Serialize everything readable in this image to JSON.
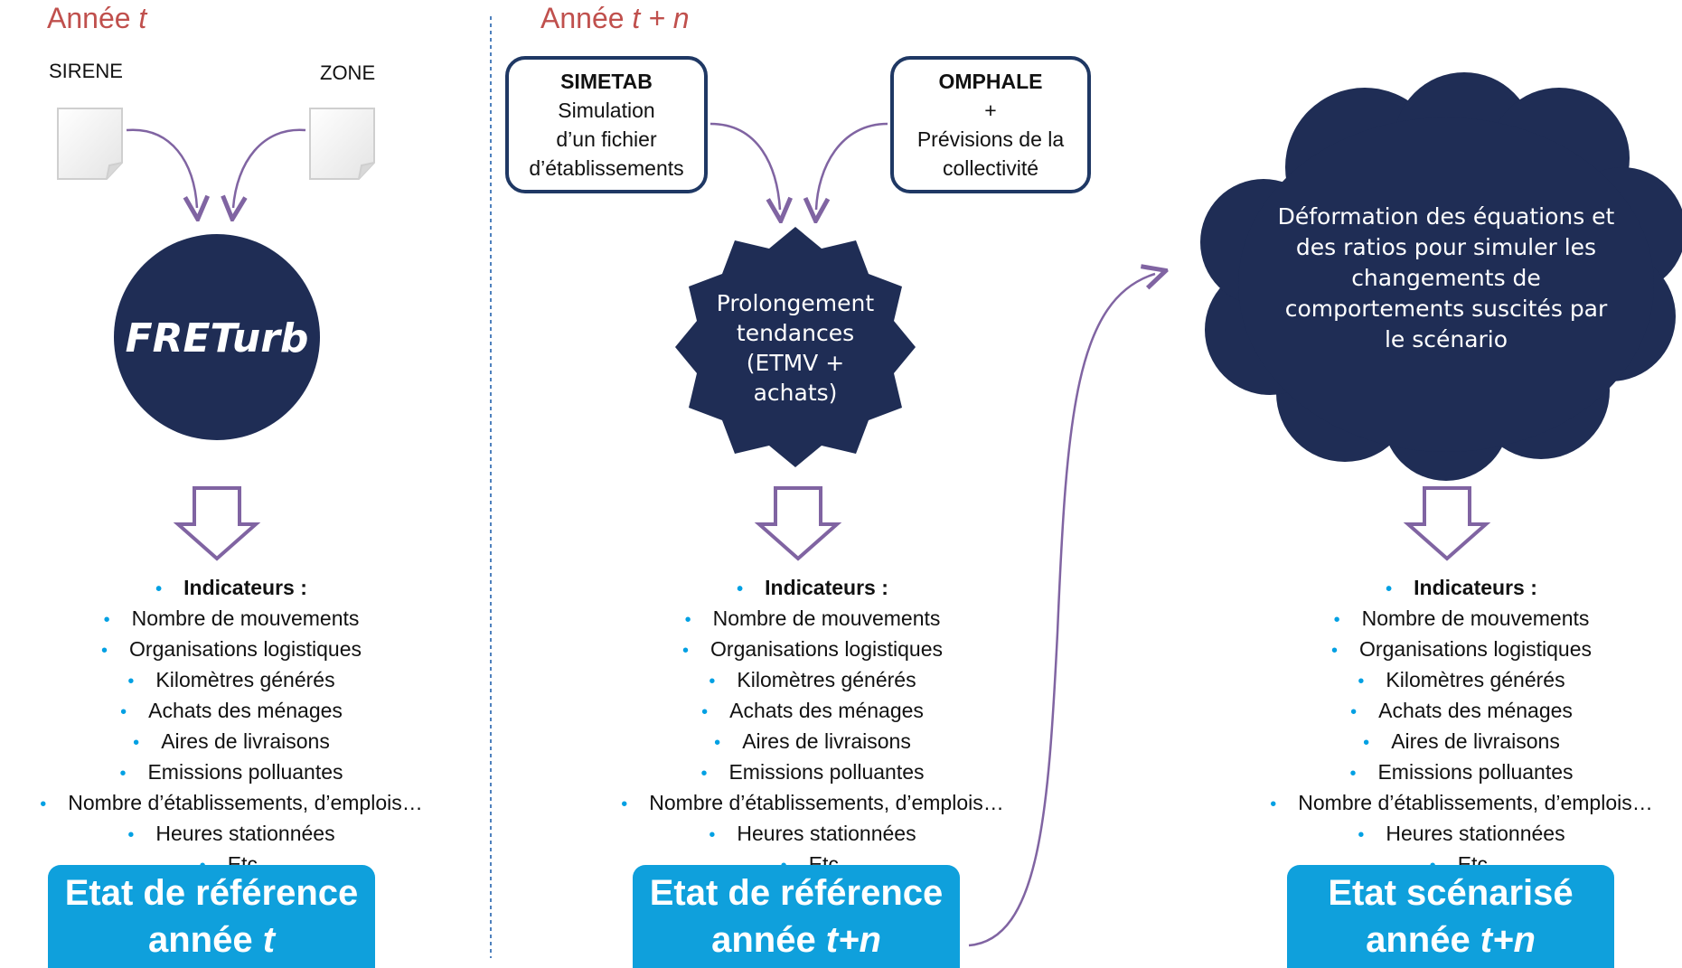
{
  "columns": [
    {
      "year_prefix": "Année ",
      "year_var": "t",
      "sources": [
        "SIRENE",
        "ZONE"
      ],
      "model": "FRETurb",
      "indicators_title": "Indicateurs :",
      "indicators": [
        "Nombre de mouvements",
        "Organisations logistiques",
        "Kilomètres générés",
        "Achats des ménages",
        "Aires de livraisons",
        "Emissions polluantes",
        "Nombre d’établissements, d’emplois…",
        "Heures stationnées",
        "Etc."
      ],
      "state_line1": "Etat de référence",
      "state_line2_prefix": "année ",
      "state_line2_var": "t"
    },
    {
      "year_prefix": "Année ",
      "year_var": "t + n",
      "box_left": {
        "title": "SIMETAB",
        "lines": [
          "Simulation",
          "d’un fichier",
          "d’établissements"
        ]
      },
      "box_right": {
        "title": "OMPHALE",
        "lines": [
          "+",
          "Prévisions de la",
          "collectivité"
        ]
      },
      "star_lines": [
        "Prolongement",
        "tendances",
        "(ETMV +",
        "achats)"
      ],
      "indicators_title": "Indicateurs :",
      "indicators": [
        "Nombre de mouvements",
        "Organisations logistiques",
        "Kilomètres générés",
        "Achats des ménages",
        "Aires de livraisons",
        "Emissions polluantes",
        "Nombre d’établissements, d’emplois…",
        "Heures stationnées",
        "Etc."
      ],
      "state_line1": "Etat de référence",
      "state_line2_prefix": "année ",
      "state_line2_var": "t+n"
    },
    {
      "cloud_lines": [
        "Déformation des équations et",
        "des ratios pour simuler les",
        "changements de",
        "comportements suscités par",
        "le scénario"
      ],
      "indicators_title": "Indicateurs :",
      "indicators": [
        "Nombre de mouvements",
        "Organisations logistiques",
        "Kilomètres générés",
        "Achats des ménages",
        "Aires de livraisons",
        "Emissions polluantes",
        "Nombre d’établissements, d’emplois…",
        "Heures stationnées",
        "Etc."
      ],
      "state_line1": "Etat scénarisé",
      "state_line2_prefix": "année ",
      "state_line2_var": "t+n"
    }
  ],
  "colors": {
    "navy": "#1f2d55",
    "arrow_purple": "#8064a2",
    "state_blue": "#0fa0dc",
    "year_red": "#c0504d",
    "bullet_blue": "#00a0e3",
    "divider": "#4f81bd"
  }
}
